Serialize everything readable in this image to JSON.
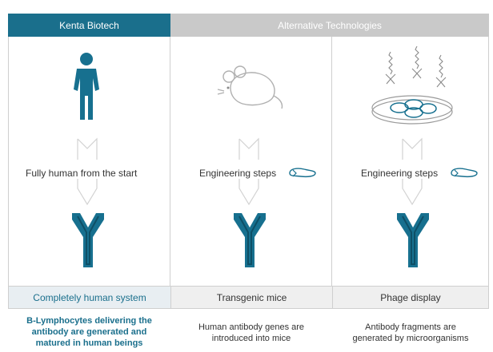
{
  "headers": {
    "kenta": "Kenta Biotech",
    "alternative": "Alternative Technologies"
  },
  "columns": [
    {
      "middle_text": "Fully human from the start",
      "label": "Completely human system",
      "description_lines": [
        "B-Lymphocytes delivering the",
        "antibody are generated and",
        "matured in human beings"
      ]
    },
    {
      "middle_text": "Engineering steps",
      "label": "Transgenic mice",
      "description_lines": [
        "Human antibody genes are",
        "introduced into mice"
      ]
    },
    {
      "middle_text": "Engineering steps",
      "label": "Phage display",
      "description_lines": [
        "Antibody fragments are",
        "generated by microorganisms"
      ]
    }
  ],
  "colors": {
    "kenta_blue": "#1a6f8c",
    "antibody_blue": "#17708f",
    "header_gray": "#c9c9c9"
  }
}
